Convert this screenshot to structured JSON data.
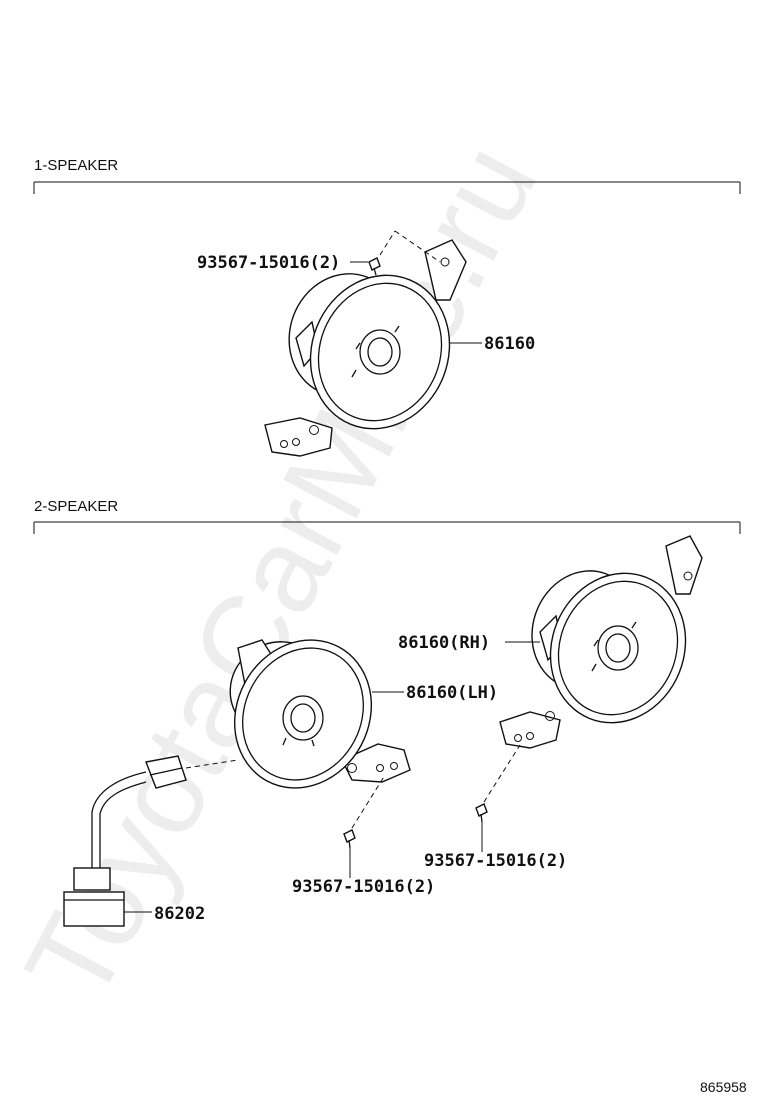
{
  "watermark": "ToyotaCarMine.ru",
  "sections": [
    {
      "title": "1-SPEAKER"
    },
    {
      "title": "2-SPEAKER"
    }
  ],
  "labels": {
    "s1_screw": "93567-15016(2)",
    "s1_speaker": "86160",
    "s2_speaker_rh": "86160(RH)",
    "s2_speaker_lh": "86160(LH)",
    "s2_screw_left": "93567-15016(2)",
    "s2_screw_right": "93567-15016(2)",
    "s2_connector": "86202"
  },
  "diagram_ref": "865958"
}
